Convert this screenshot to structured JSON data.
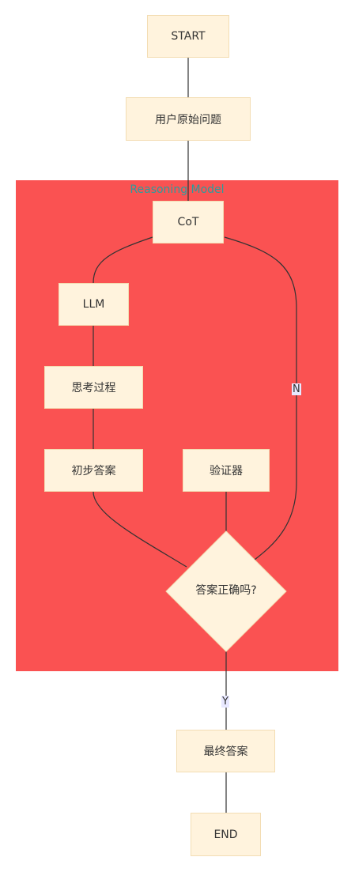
{
  "nodes": {
    "start": "START",
    "question": "用户原始问题",
    "cot": "CoT",
    "llm": "LLM",
    "thinking": "思考过程",
    "initial_answer": "初步答案",
    "verifier": "验证器",
    "decision": "答案正确吗?",
    "final_answer": "最终答案",
    "end": "END"
  },
  "cluster": {
    "title": "Reasoning Model"
  },
  "edges": {
    "no_label": "N",
    "yes_label": "Y"
  },
  "colors": {
    "cluster_fill": "#fa5252",
    "node_fill": "#fff3dd",
    "node_border": "#f3ddb3",
    "edge": "#333333"
  }
}
